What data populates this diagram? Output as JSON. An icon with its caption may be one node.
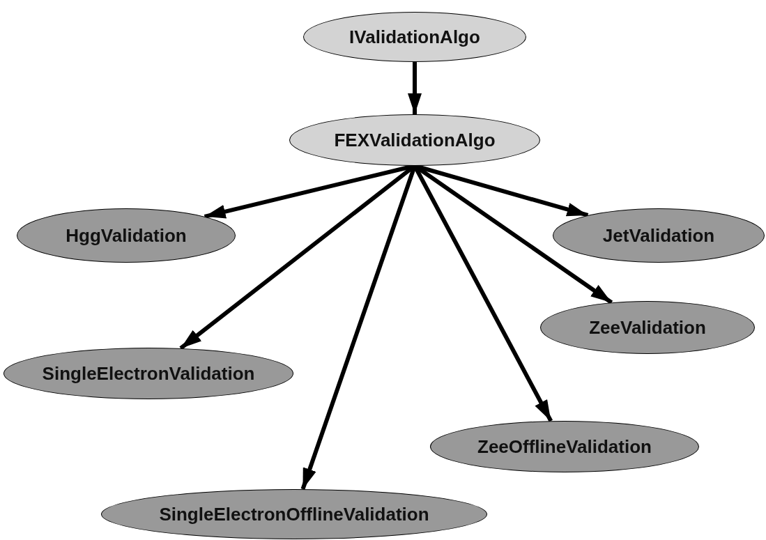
{
  "diagram": {
    "nodes": [
      {
        "text": [
          "IValidationAlgo"
        ]
      },
      {
        "text": [
          "FEXValidationAlgo"
        ]
      },
      {
        "text": [
          "HggValidation"
        ]
      },
      {
        "text": [
          "JetValidation"
        ]
      },
      {
        "text": [
          "SingleElectronValidation"
        ]
      },
      {
        "text": [
          "ZeeValidation"
        ]
      },
      {
        "text": [
          "ZeeOfflineValidation"
        ]
      },
      {
        "text": [
          "SingleElectronOfflineValidation"
        ]
      }
    ],
    "edges": [
      {
        "from": 0,
        "to": 1,
        "arrow": "to"
      },
      {
        "from": 1,
        "to": 2,
        "arrow": "to"
      },
      {
        "from": 1,
        "to": 3,
        "arrow": "to"
      },
      {
        "from": 1,
        "to": 4,
        "arrow": "to"
      },
      {
        "from": 1,
        "to": 5,
        "arrow": "to"
      },
      {
        "from": 1,
        "to": 6,
        "arrow": "to"
      },
      {
        "from": 1,
        "to": 7,
        "arrow": "to"
      }
    ]
  }
}
